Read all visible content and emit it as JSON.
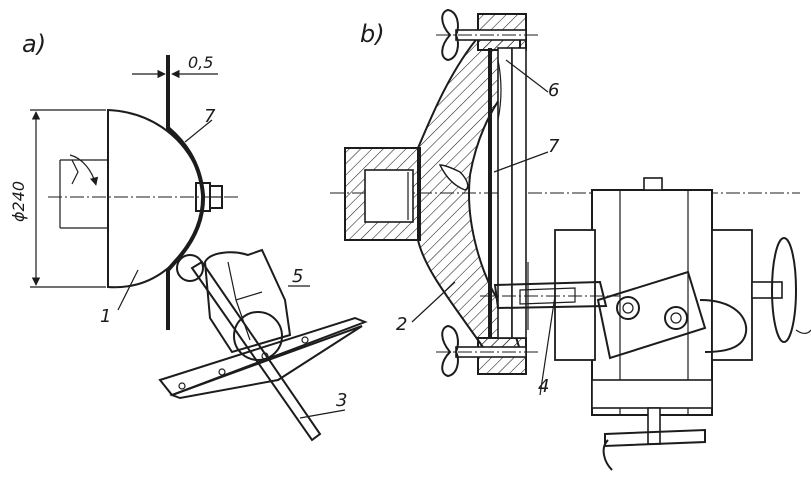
{
  "figure_a": {
    "tag": "a)",
    "dimensions": {
      "diameter": "ϕ240",
      "gap": "0,5"
    },
    "labels": {
      "part1": "1",
      "part3": "3",
      "part5": "5",
      "part7": "7"
    }
  },
  "figure_b": {
    "tag": "b)",
    "labels": {
      "part2": "2",
      "part4": "4",
      "part6": "6",
      "part7": "7"
    }
  },
  "colors": {
    "ink": "#1c1c1c",
    "paper": "#ffffff"
  }
}
